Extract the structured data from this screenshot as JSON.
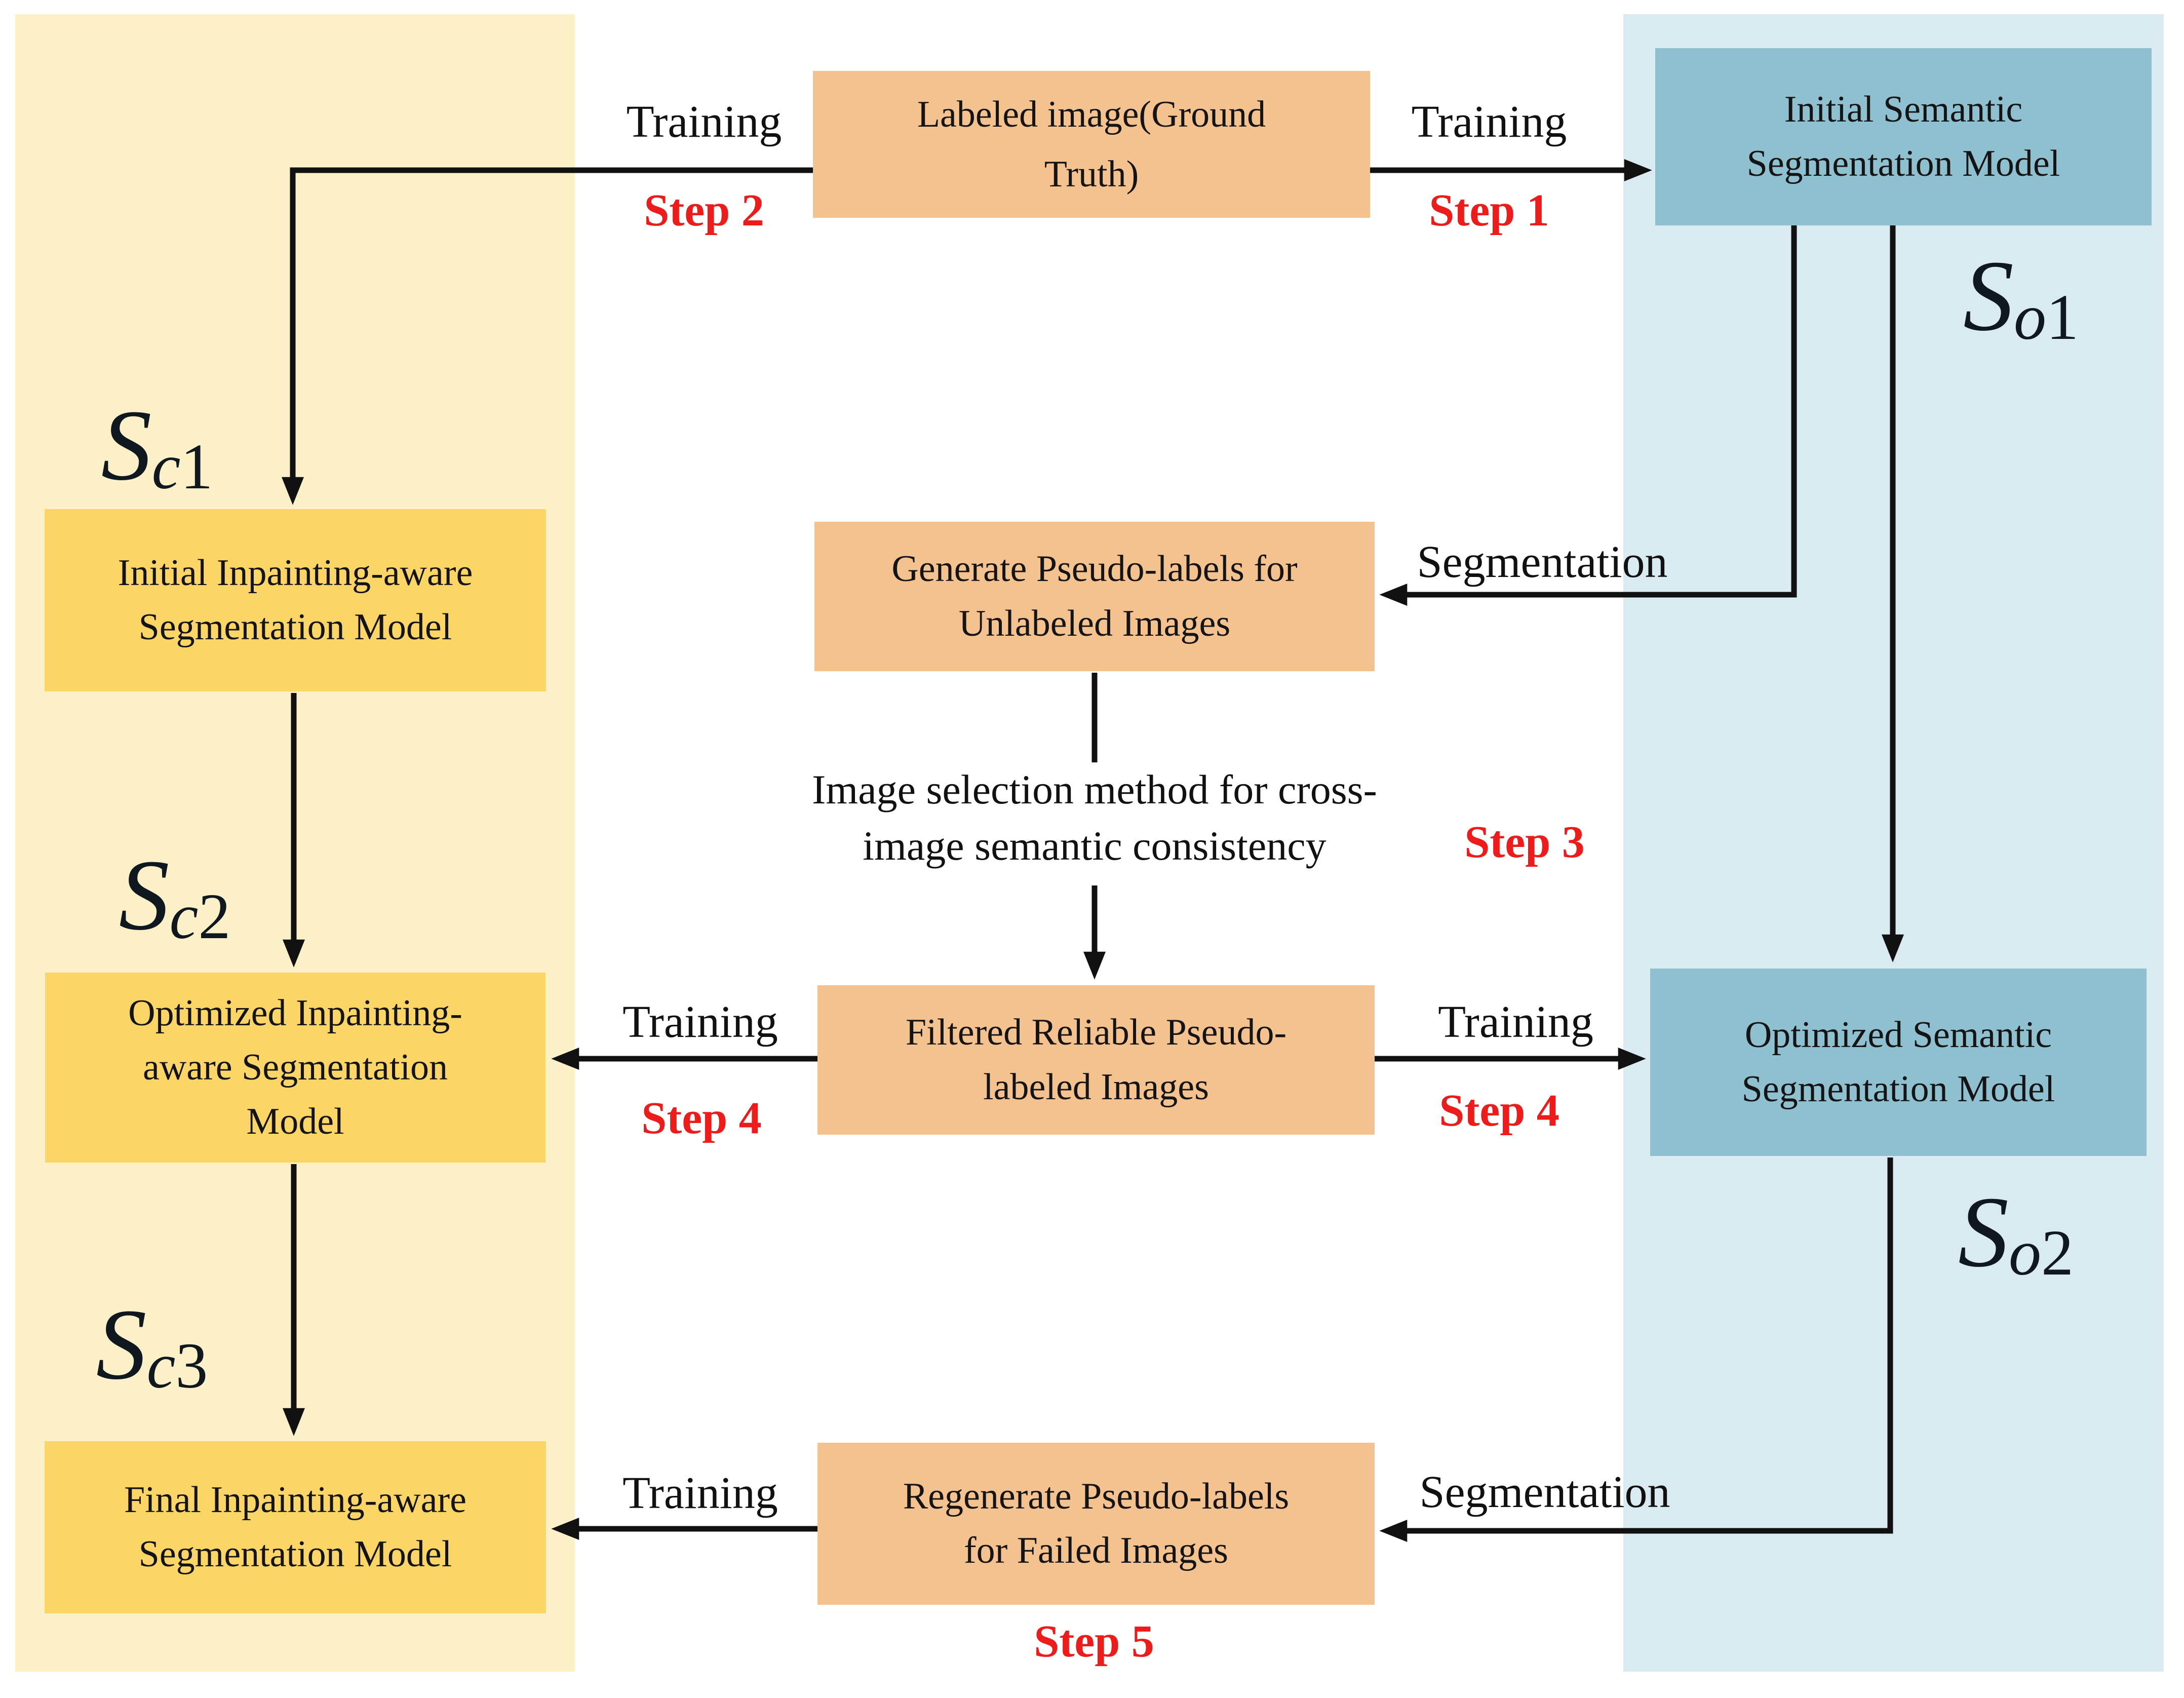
{
  "colors": {
    "yellow_panel": "#FCF0C8",
    "blue_panel": "#D9EAF1",
    "yellow_box": "#FBD666",
    "orange_box": "#F4C28F",
    "blue_box": "#8EC0CF",
    "step_red": "#EE1B1B",
    "line_black": "#111111"
  },
  "boxes": {
    "labeled_image": "Labeled image(Ground\nTruth)",
    "initial_semantic": "Initial Semantic\nSegmentation Model",
    "generate_pseudo": "Generate Pseudo-labels for\nUnlabeled Images",
    "filtered": "Filtered Reliable Pseudo-\nlabeled Images",
    "regenerate": "Regenerate Pseudo-labels\nfor Failed Images",
    "initial_inpainting": "Initial Inpainting-aware\nSegmentation Model",
    "optimized_inpainting": "Optimized Inpainting-\naware Segmentation\nModel",
    "final_inpainting": "Final Inpainting-aware\nSegmentation Model",
    "optimized_semantic": "Optimized Semantic\nSegmentation Model"
  },
  "labels": {
    "training": "Training",
    "segmentation": "Segmentation",
    "selection_method": "Image selection method for cross-\nimage semantic consistency",
    "step1": "Step 1",
    "step2": "Step 2",
    "step3": "Step 3",
    "step4": "Step 4",
    "step5": "Step 5"
  },
  "model_symbols": {
    "sc1": {
      "base": "S",
      "sub": "c",
      "index": "1"
    },
    "sc2": {
      "base": "S",
      "sub": "c",
      "index": "2"
    },
    "sc3": {
      "base": "S",
      "sub": "c",
      "index": "3"
    },
    "so1": {
      "base": "S",
      "sub": "o",
      "index": "1"
    },
    "so2": {
      "base": "S",
      "sub": "o",
      "index": "2"
    }
  }
}
